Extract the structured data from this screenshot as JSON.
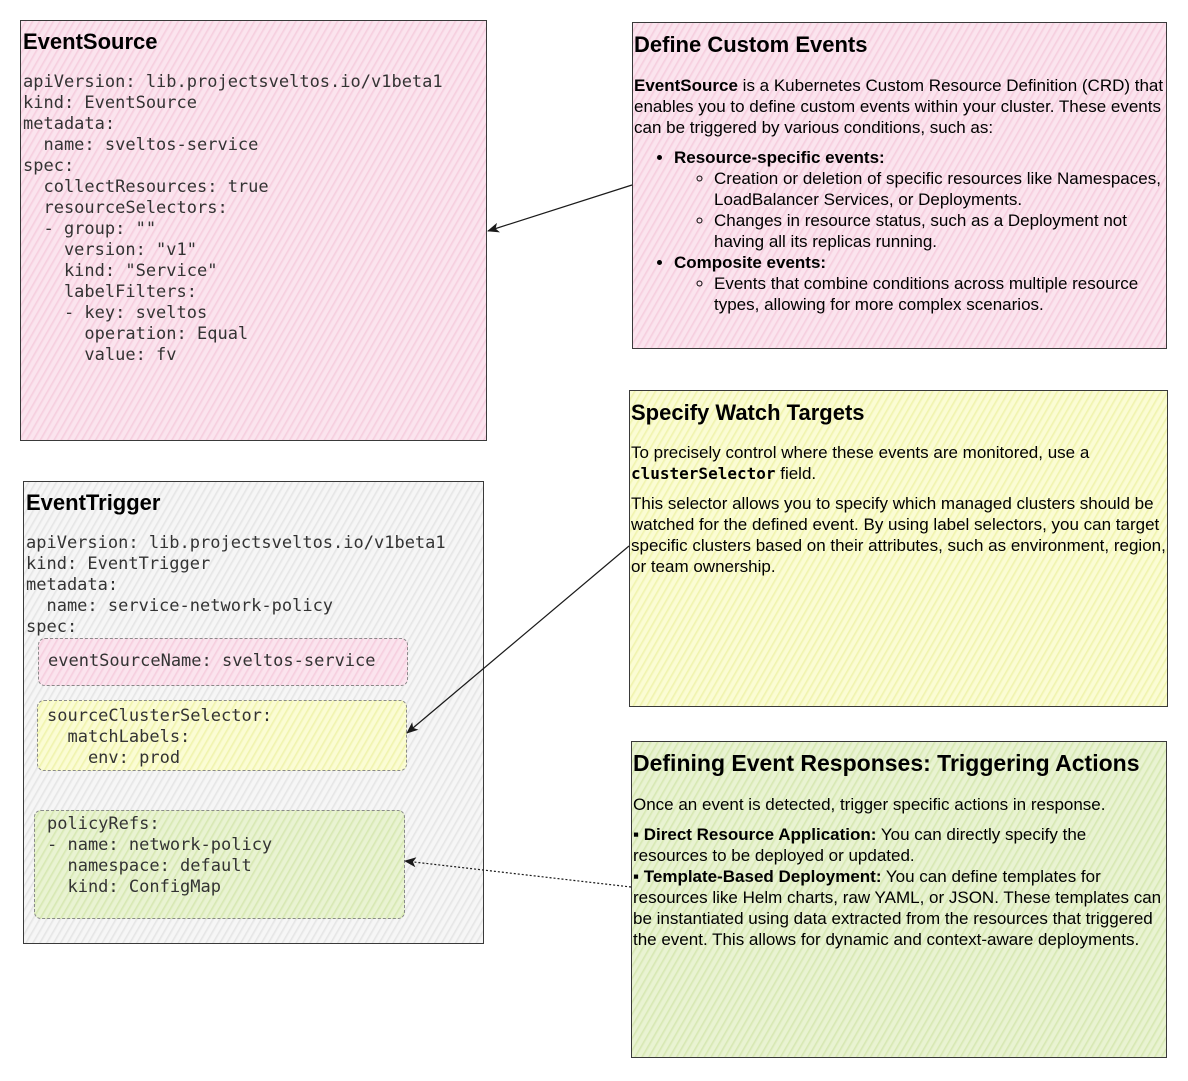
{
  "event_source": {
    "title": "EventSource",
    "yaml": "apiVersion: lib.projectsveltos.io/v1beta1\nkind: EventSource\nmetadata:\n  name: sveltos-service\nspec:\n  collectResources: true\n  resourceSelectors:\n  - group: \"\"\n    version: \"v1\"\n    kind: \"Service\"\n    labelFilters:\n    - key: sveltos\n      operation: Equal\n      value: fv"
  },
  "event_trigger": {
    "title": "EventTrigger",
    "yaml_header": "apiVersion: lib.projectsveltos.io/v1beta1\nkind: EventTrigger\nmetadata:\n  name: service-network-policy\nspec:",
    "event_source_name": "eventSourceName: sveltos-service",
    "cluster_selector": "sourceClusterSelector:\n  matchLabels:\n    env: prod",
    "policy_refs": "policyRefs:\n- name: network-policy\n  namespace: default\n  kind: ConfigMap"
  },
  "custom_events": {
    "title": "Define Custom Events",
    "intro_bold": "EventSource",
    "intro_rest": " is a Kubernetes Custom Resource Definition (CRD) that enables you to define custom events within your cluster. These events can be triggered by various conditions, such as:",
    "bullet1": "Resource-specific events:",
    "bullet1_sub1": "Creation or deletion of specific resources like Namespaces, LoadBalancer Services, or Deployments.",
    "bullet1_sub2": "Changes in resource status, such as a Deployment not having all its replicas running.",
    "bullet2": "Composite events:",
    "bullet2_sub1": "Events that combine conditions across multiple resource types, allowing for more complex scenarios."
  },
  "watch_targets": {
    "title": "Specify Watch Targets",
    "p1_start": "To precisely control where these events are monitored, use a ",
    "p1_code": "clusterSelector",
    "p1_end": " field.",
    "p2": "This selector allows you to specify which managed clusters should be watched for the defined event. By using label selectors, you can target specific clusters based on their attributes, such as environment, region, or team ownership."
  },
  "event_responses": {
    "title": "Defining Event Responses: Triggering Actions",
    "intro": "Once an event is detected, trigger specific actions in response.",
    "item1_bold": "Direct Resource Application:",
    "item1_rest": " You can directly specify the resources to be deployed or updated.",
    "item2_bold": "Template-Based Deployment:",
    "item2_rest": " You can define templates for resources like Helm charts, raw YAML, or JSON. These templates can be instantiated using data extracted from the resources that triggered the event. This allows for dynamic and context-aware deployments."
  },
  "colors": {
    "pink": "#fbe4ee",
    "gray": "#f6f6f6",
    "yellow": "#fbfcd4",
    "green": "#e9f3d2",
    "stroke": "#3a3a3a"
  }
}
